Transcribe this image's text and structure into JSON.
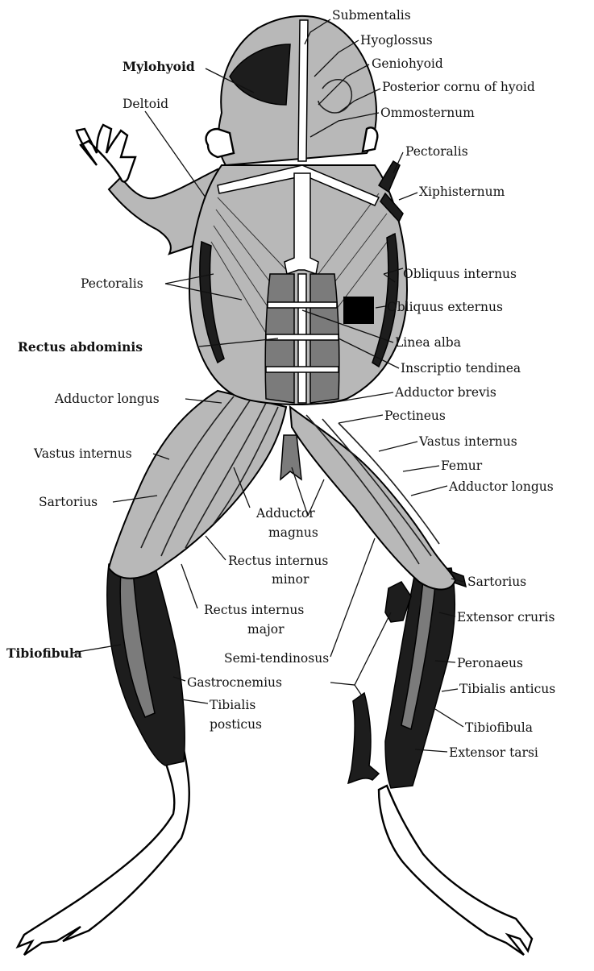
{
  "labels": {
    "submentalis": "Submentalis",
    "hyoglossus": "Hyoglossus",
    "geniohyoid": "Geniohyoid",
    "mylohyoid": "Mylohyoid",
    "posterior_cornu": "Posterior cornu of hyoid",
    "deltoid": "Deltoid",
    "ommosternum": "Ommosternum",
    "pectoralis_right": "Pectoralis",
    "xiphisternum": "Xiphisternum",
    "pectoralis_left": "Pectoralis",
    "obliquus_internus": "Obliquus internus",
    "obliquus_externus": "Obliquus externus",
    "rectus_abdominis": "Rectus abdominis",
    "linea_alba": "Linea alba",
    "inscriptio_tendinea": "Inscriptio tendinea",
    "adductor_longus_left": "Adductor longus",
    "adductor_brevis": "Adductor brevis",
    "pectineus": "Pectineus",
    "vastus_internus_left": "Vastus internus",
    "vastus_internus_right": "Vastus internus",
    "femur": "Femur",
    "sartorius_left": "Sartorius",
    "adductor_longus_right": "Adductor longus",
    "adductor_magnus_1": "Adductor",
    "adductor_magnus_2": "magnus",
    "rectus_internus_minor_1": "Rectus internus",
    "rectus_internus_minor_2": "minor",
    "sartorius_right": "Sartorius",
    "rectus_internus_major_1": "Rectus internus",
    "rectus_internus_major_2": "major",
    "extensor_cruris": "Extensor cruris",
    "tibiofibula_left": "Tibiofibula",
    "semi_tendinosus": "Semi-tendinosus",
    "peronaeus": "Peronaeus",
    "gastrocnemius": "Gastrocnemius",
    "tibialis_anticus": "Tibialis anticus",
    "tibialis_posticus_1": "Tibialis",
    "tibialis_posticus_2": "posticus",
    "tibiofibula_right": "Tibiofibula",
    "extensor_tarsi": "Extensor tarsi"
  }
}
